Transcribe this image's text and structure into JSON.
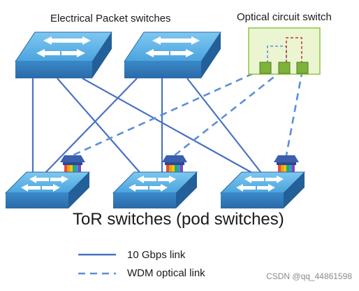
{
  "labels": {
    "electrical_switches": "Electrical Packet switches",
    "optical_switch": "Optical circuit switch",
    "tor_switches": "ToR switches (pod switches)"
  },
  "legend": {
    "solid": "10 Gbps link",
    "dashed": "WDM optical link"
  },
  "watermark": "CSDN @qq_44861598",
  "colors": {
    "link": "#4a72c4",
    "switch_top": "#5fb4e6",
    "switch_side": "#2e78b8",
    "ocs_fill": "#ebf5d2",
    "ocs_border": "#8dc63f",
    "port": "#7db33a",
    "red_dash": "#c0392b",
    "blue_dash": "#5b8fd6"
  },
  "transceiver_stripes": [
    "#e74c3c",
    "#f39c12",
    "#f1c40f",
    "#27ae60",
    "#3498db",
    "#8e44ad"
  ]
}
